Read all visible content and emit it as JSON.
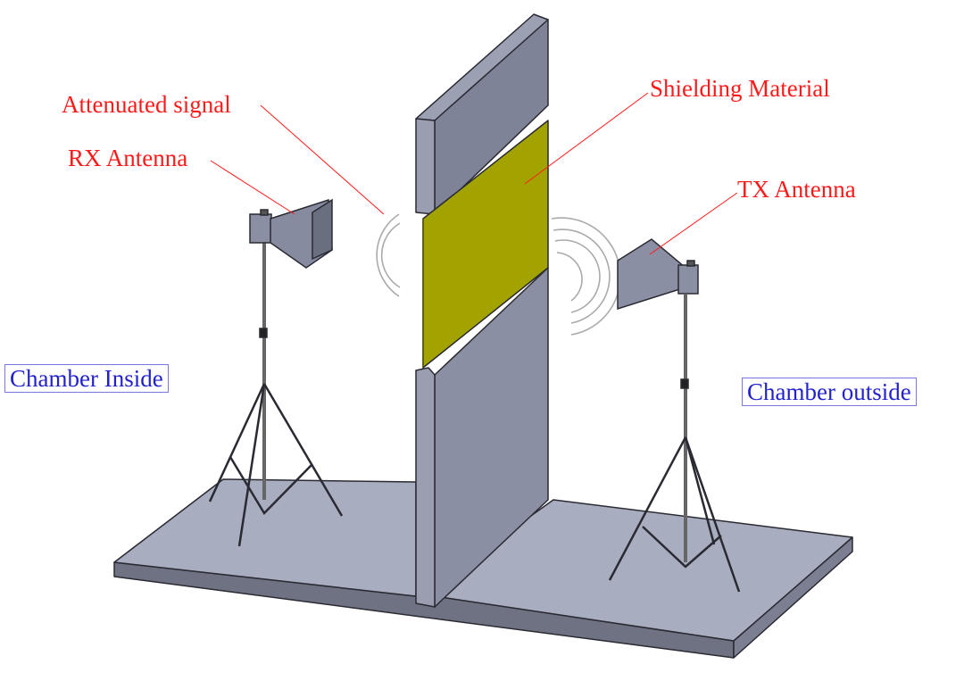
{
  "labels": {
    "attenuated_signal": "Attenuated signal",
    "rx_antenna": "RX Antenna",
    "shielding_material": "Shielding Material",
    "tx_antenna": "TX Antenna",
    "chamber_inside": "Chamber Inside",
    "chamber_outside": "Chamber outside"
  },
  "colors": {
    "label_red": "#ff1a1a",
    "box_blue": "#2222cc",
    "shield_yellow": "#a3a300",
    "metal_gray": "#8a8fa3",
    "floor_gray": "#a9adc0"
  }
}
